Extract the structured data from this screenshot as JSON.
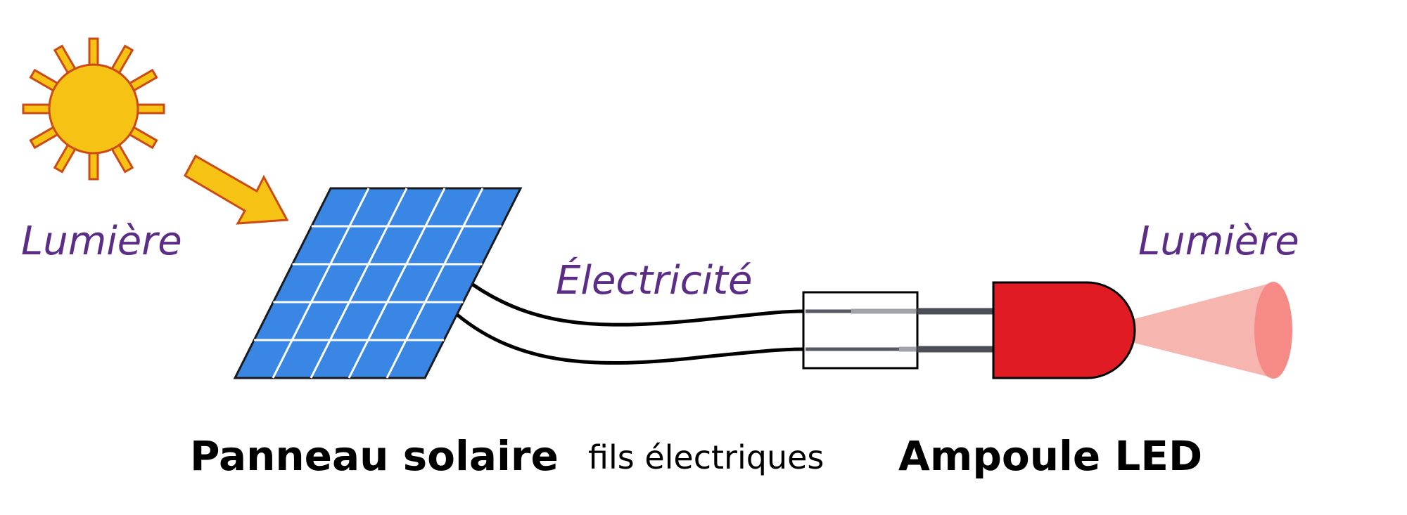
{
  "labels": {
    "light_in": "Lumière",
    "light_out": "Lumière",
    "electricity": "Électricité",
    "solar_panel": "Panneau solaire",
    "wires": "fils électriques",
    "led": "Ampoule LED"
  },
  "colors": {
    "sun_fill": "#f6c314",
    "sun_stroke": "#cc4a14",
    "panel_blue": "#3a86e4",
    "led_red": "#e11b23",
    "beam_pink": "#f7b5b0",
    "beam_tip": "#f58a86",
    "label_purple": "#5b2d86"
  },
  "icons": {
    "sun": "sun-icon",
    "arrow": "sunlight-arrow-icon",
    "panel": "solar-panel-icon",
    "led": "led-bulb-icon"
  }
}
